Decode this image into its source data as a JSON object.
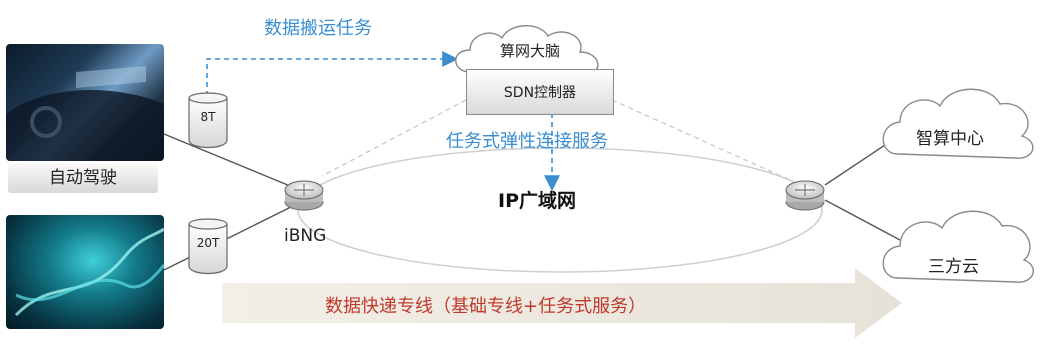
{
  "nodes": {
    "brain_cloud": "算网大脑",
    "sdn_controller": "SDN控制器",
    "ip_wan": "IP广域网",
    "ibng": "iBNG",
    "smart_compute_center": "智算中心",
    "third_party_cloud": "三方云",
    "autonomous_driving": "自动驾驶"
  },
  "storage": {
    "car_data": "8T",
    "dna_data": "20T"
  },
  "labels": {
    "data_transfer_task": "数据搬运任务",
    "elastic_connection_service": "任务式弹性连接服务",
    "express_line": "数据快递专线（基础专线+任务式服务）"
  },
  "colors": {
    "blue_label": "#3a8ed0",
    "red_label": "#c0392b",
    "arrow_band": "#ece8e0"
  },
  "icons": {
    "router": "router-icon",
    "cloud": "cloud-icon",
    "disk": "disk-icon"
  }
}
